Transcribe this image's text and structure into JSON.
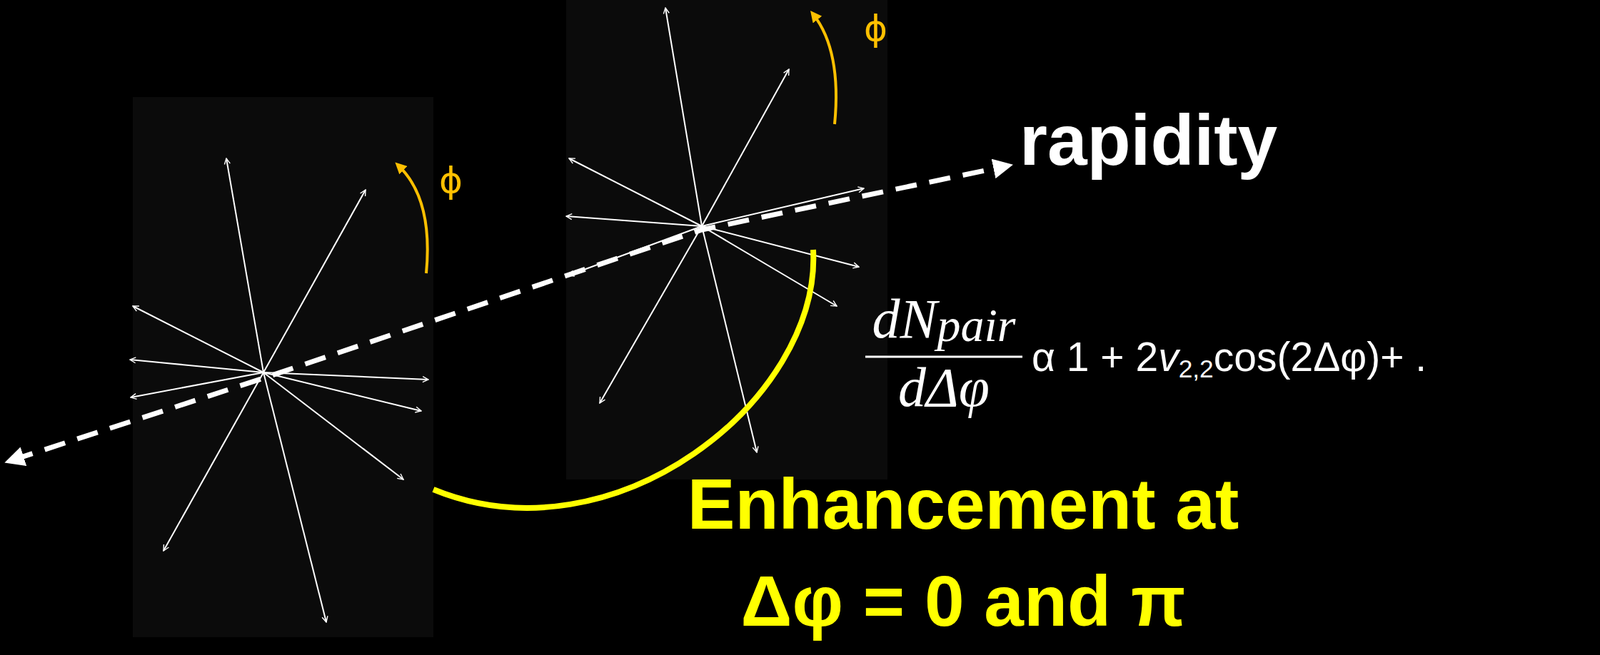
{
  "diagram": {
    "labels": [
      "ϕ",
      "ϕ",
      "rapidity",
      "dN",
      "pair",
      "dΔφ",
      "α 1 + 2",
      "v",
      "2,2",
      "cos(2Δφ)+ .",
      "Enhancement at Δφ = 0 and π"
    ]
  }
}
